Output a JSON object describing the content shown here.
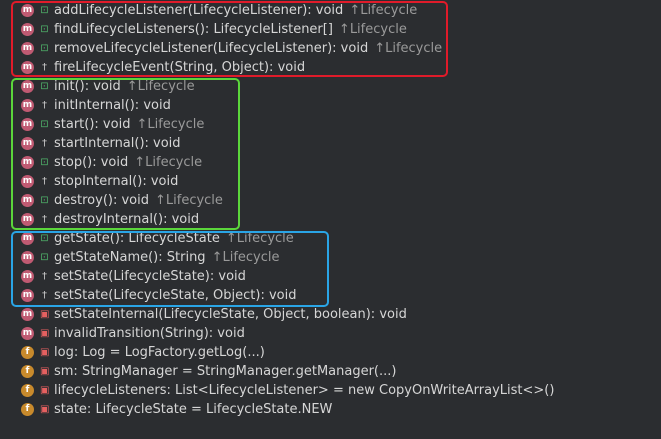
{
  "members": [
    {
      "kind": "m",
      "visibility": "public",
      "signature": "addLifecycleListener(LifecycleListener): void",
      "override": "↑Lifecycle"
    },
    {
      "kind": "m",
      "visibility": "public",
      "signature": "findLifecycleListeners(): LifecycleListener[]",
      "override": "↑Lifecycle"
    },
    {
      "kind": "m",
      "visibility": "public",
      "signature": "removeLifecycleListener(LifecycleListener): void",
      "override": "↑Lifecycle"
    },
    {
      "kind": "m",
      "visibility": "protected",
      "signature": "fireLifecycleEvent(String, Object): void",
      "override": ""
    },
    {
      "kind": "m",
      "visibility": "public",
      "signature": "init(): void",
      "override": "↑Lifecycle"
    },
    {
      "kind": "m",
      "visibility": "protected",
      "signature": "initInternal(): void",
      "override": ""
    },
    {
      "kind": "m",
      "visibility": "public",
      "signature": "start(): void",
      "override": "↑Lifecycle"
    },
    {
      "kind": "m",
      "visibility": "protected",
      "signature": "startInternal(): void",
      "override": ""
    },
    {
      "kind": "m",
      "visibility": "public",
      "signature": "stop(): void",
      "override": "↑Lifecycle"
    },
    {
      "kind": "m",
      "visibility": "protected",
      "signature": "stopInternal(): void",
      "override": ""
    },
    {
      "kind": "m",
      "visibility": "public",
      "signature": "destroy(): void",
      "override": "↑Lifecycle"
    },
    {
      "kind": "m",
      "visibility": "protected",
      "signature": "destroyInternal(): void",
      "override": ""
    },
    {
      "kind": "m",
      "visibility": "public",
      "signature": "getState(): LifecycleState",
      "override": "↑Lifecycle"
    },
    {
      "kind": "m",
      "visibility": "public",
      "signature": "getStateName(): String",
      "override": "↑Lifecycle"
    },
    {
      "kind": "m",
      "visibility": "protected",
      "signature": "setState(LifecycleState): void",
      "override": ""
    },
    {
      "kind": "m",
      "visibility": "protected",
      "signature": "setState(LifecycleState, Object): void",
      "override": ""
    },
    {
      "kind": "m",
      "visibility": "private",
      "signature": "setStateInternal(LifecycleState, Object, boolean): void",
      "override": ""
    },
    {
      "kind": "m",
      "visibility": "private",
      "signature": "invalidTransition(String): void",
      "override": ""
    },
    {
      "kind": "f",
      "visibility": "private",
      "signature": "log: Log = LogFactory.getLog(...)",
      "override": ""
    },
    {
      "kind": "f",
      "visibility": "private",
      "signature": "sm: StringManager = StringManager.getManager(...)",
      "override": ""
    },
    {
      "kind": "f",
      "visibility": "private",
      "signature": "lifecycleListeners: List<LifecycleListener> = new CopyOnWriteArrayList<>()",
      "override": ""
    },
    {
      "kind": "f",
      "visibility": "private",
      "signature": "state: LifecycleState = LifecycleState.NEW",
      "override": ""
    }
  ],
  "colors": {
    "background": "#2b2d30",
    "highlight_red": "#e01b2a",
    "highlight_green": "#5bd63b",
    "highlight_blue": "#2aa5e6"
  }
}
